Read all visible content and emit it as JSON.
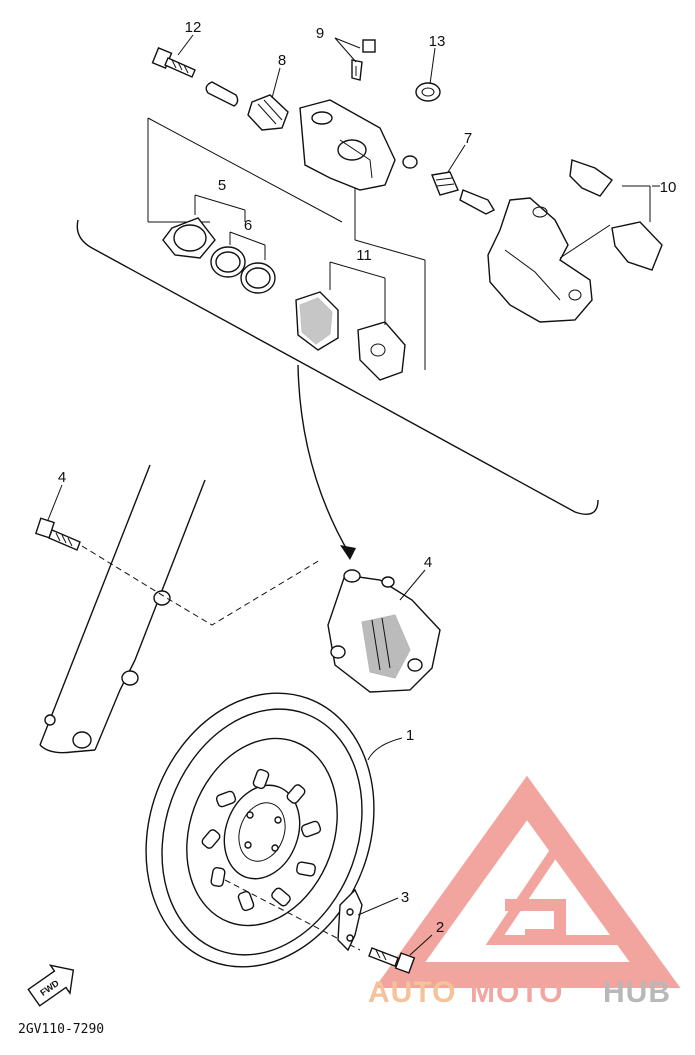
{
  "callouts": {
    "c1": "1",
    "c2": "2",
    "c3": "3",
    "c4a": "4",
    "c4b": "4",
    "c5": "5",
    "c6": "6",
    "c7": "7",
    "c8": "8",
    "c9": "9",
    "c10": "10",
    "c11": "11",
    "c12": "12",
    "c13": "13"
  },
  "diagram_code": "2GV110-7290",
  "direction_label": "FWD",
  "watermark": {
    "part1": "AUTO",
    "part2": "MOTO",
    "part3": "HUB"
  },
  "colors": {
    "ink": "#111111",
    "watermark_red": "#e85a50",
    "watermark_orange": "#f0a060",
    "watermark_gray": "#a0a0a0"
  }
}
